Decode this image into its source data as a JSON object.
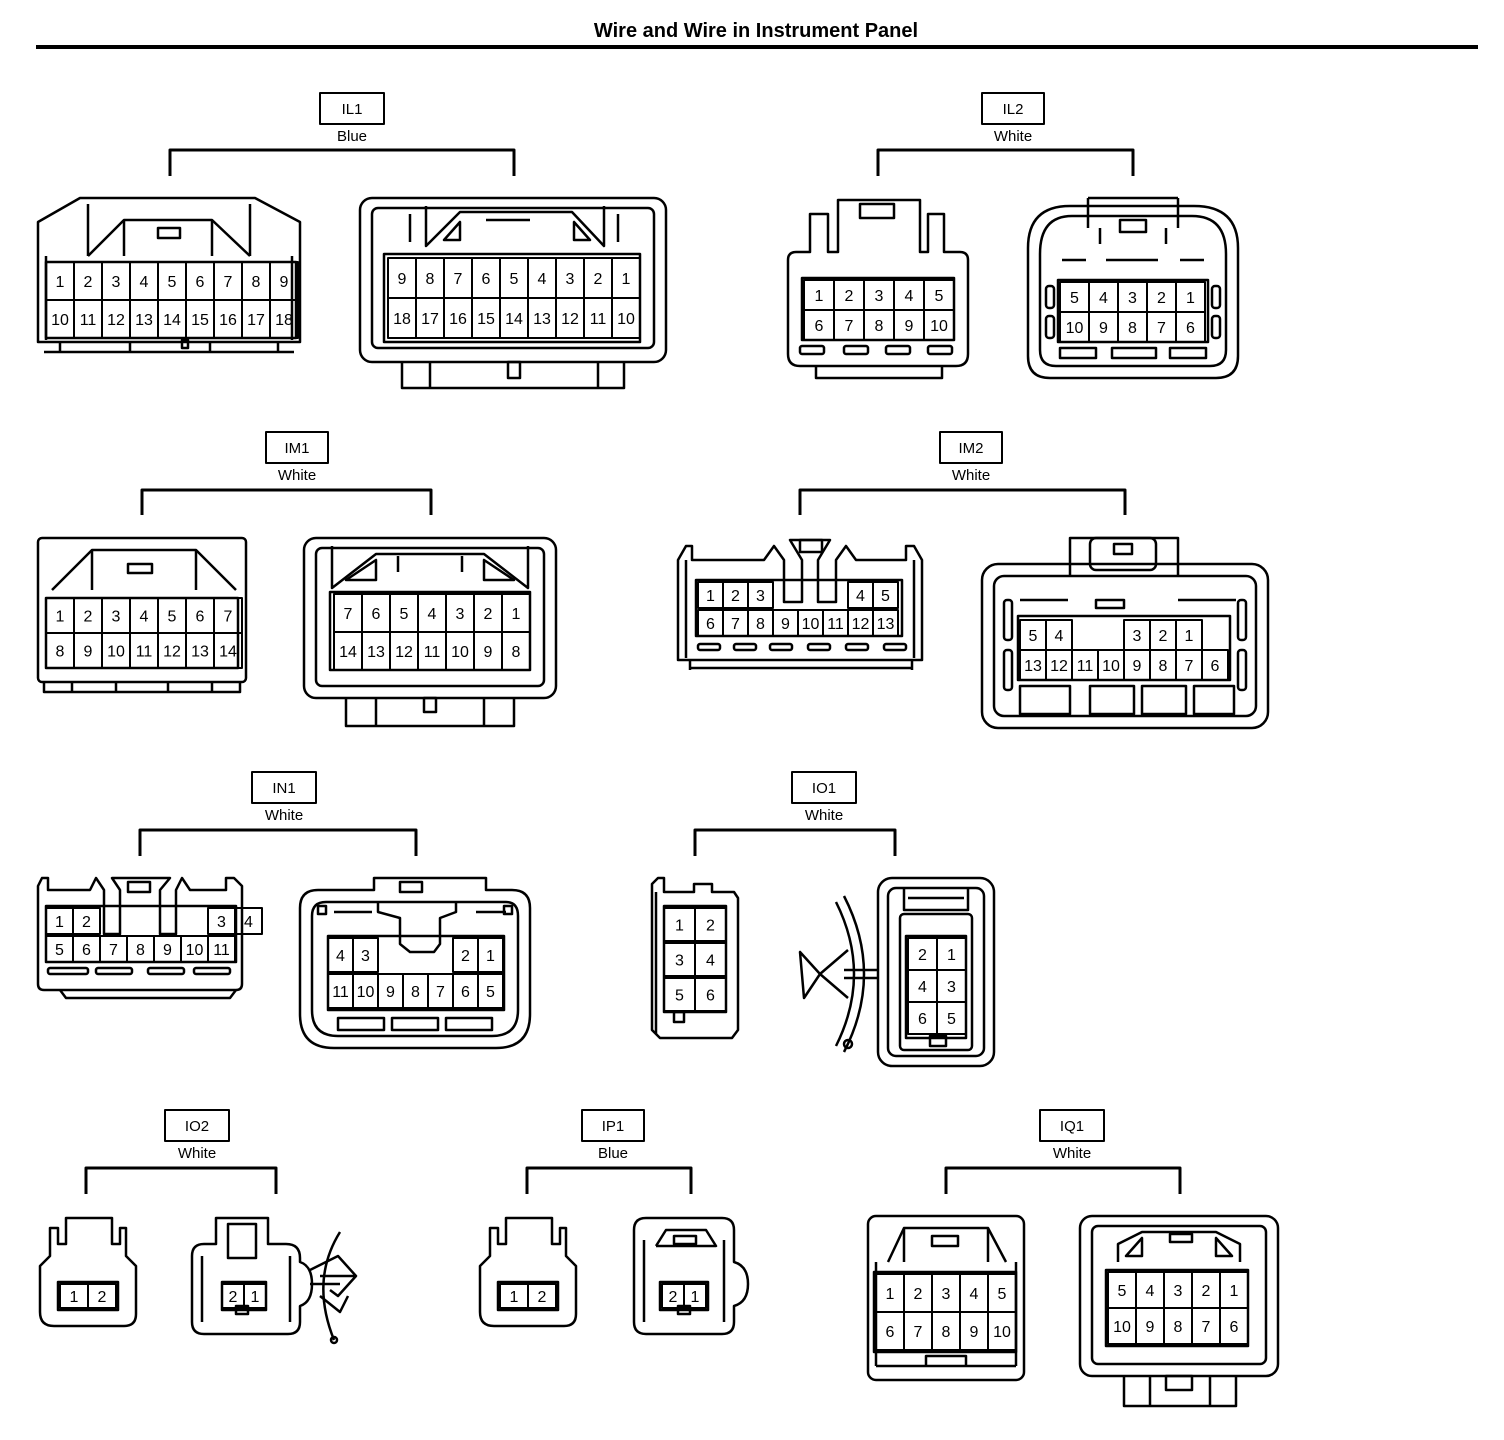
{
  "title": "Wire and Wire in Instrument Panel",
  "connectors": [
    {
      "id": "IL1",
      "color": "Blue",
      "left_pins": [
        [
          "1",
          "2",
          "3",
          "4",
          "5",
          "6",
          "7",
          "8",
          "9"
        ],
        [
          "10",
          "11",
          "12",
          "13",
          "14",
          "15",
          "16",
          "17",
          "18"
        ]
      ],
      "right_pins": [
        [
          "9",
          "8",
          "7",
          "6",
          "5",
          "4",
          "3",
          "2",
          "1"
        ],
        [
          "18",
          "17",
          "16",
          "15",
          "14",
          "13",
          "12",
          "11",
          "10"
        ]
      ]
    },
    {
      "id": "IL2",
      "color": "White",
      "left_pins": [
        [
          "1",
          "2",
          "3",
          "4",
          "5"
        ],
        [
          "6",
          "7",
          "8",
          "9",
          "10"
        ]
      ],
      "right_pins": [
        [
          "5",
          "4",
          "3",
          "2",
          "1"
        ],
        [
          "10",
          "9",
          "8",
          "7",
          "6"
        ]
      ]
    },
    {
      "id": "IM1",
      "color": "White",
      "left_pins": [
        [
          "1",
          "2",
          "3",
          "4",
          "5",
          "6",
          "7"
        ],
        [
          "8",
          "9",
          "10",
          "11",
          "12",
          "13",
          "14"
        ]
      ],
      "right_pins": [
        [
          "7",
          "6",
          "5",
          "4",
          "3",
          "2",
          "1"
        ],
        [
          "14",
          "13",
          "12",
          "11",
          "10",
          "9",
          "8"
        ]
      ]
    },
    {
      "id": "IM2",
      "color": "White",
      "left_pins": [
        [
          "1",
          "2",
          "3",
          "",
          "",
          "",
          "4",
          "5"
        ],
        [
          "6",
          "7",
          "8",
          "9",
          "10",
          "11",
          "12",
          "13"
        ]
      ],
      "right_pins": [
        [
          "5",
          "4",
          "",
          "",
          "3",
          "2",
          "1"
        ],
        [
          "13",
          "12",
          "11",
          "10",
          "9",
          "8",
          "7",
          "6"
        ]
      ]
    },
    {
      "id": "IN1",
      "color": "White",
      "left_pins": [
        [
          "1",
          "2",
          "",
          "",
          "",
          "",
          "3",
          "4"
        ],
        [
          "5",
          "6",
          "7",
          "8",
          "9",
          "10",
          "11"
        ]
      ],
      "right_pins": [
        [
          "4",
          "3",
          "",
          "",
          "",
          "2",
          "1"
        ],
        [
          "11",
          "10",
          "9",
          "8",
          "7",
          "6",
          "5"
        ]
      ]
    },
    {
      "id": "IO1",
      "color": "White",
      "left_pins": [
        [
          "1",
          "2"
        ],
        [
          "3",
          "4"
        ],
        [
          "5",
          "6"
        ]
      ],
      "right_pins": [
        [
          "2",
          "1"
        ],
        [
          "4",
          "3"
        ],
        [
          "6",
          "5"
        ]
      ]
    },
    {
      "id": "IO2",
      "color": "White",
      "left_pins": [
        [
          "1",
          "2"
        ]
      ],
      "right_pins": [
        [
          "2",
          "1"
        ]
      ]
    },
    {
      "id": "IP1",
      "color": "Blue",
      "left_pins": [
        [
          "1",
          "2"
        ]
      ],
      "right_pins": [
        [
          "2",
          "1"
        ]
      ]
    },
    {
      "id": "IQ1",
      "color": "White",
      "left_pins": [
        [
          "1",
          "2",
          "3",
          "4",
          "5"
        ],
        [
          "6",
          "7",
          "8",
          "9",
          "10"
        ]
      ],
      "right_pins": [
        [
          "5",
          "4",
          "3",
          "2",
          "1"
        ],
        [
          "10",
          "9",
          "8",
          "7",
          "6"
        ]
      ]
    }
  ]
}
